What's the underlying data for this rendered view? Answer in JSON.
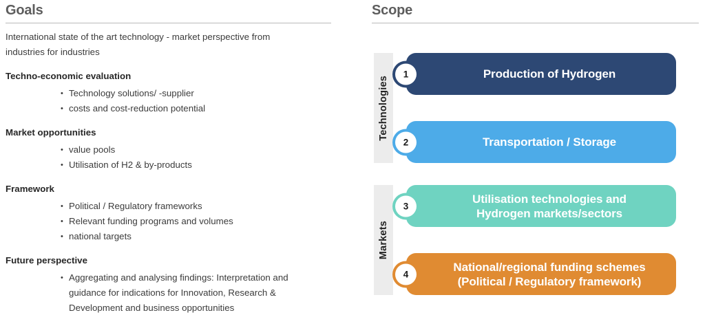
{
  "goals": {
    "title": "Goals",
    "intro": "International state of the art technology - market perspective from industries for industries",
    "groups": [
      {
        "heading": "Techno-economic evaluation",
        "bullets": [
          "Technology solutions/ -supplier",
          "costs and cost-reduction potential"
        ]
      },
      {
        "heading": "Market opportunities",
        "bullets": [
          "value pools",
          "Utilisation of H2 & by-products"
        ]
      },
      {
        "heading": "Framework",
        "bullets": [
          "Political / Regulatory frameworks",
          "Relevant funding programs and volumes",
          "national targets"
        ]
      },
      {
        "heading": "Future perspective",
        "bullets": [
          "Aggregating and analysing findings: Interpretation and guidance for indications for Innovation, Research & Development and business opportunities"
        ]
      }
    ]
  },
  "scope": {
    "title": "Scope",
    "categories": [
      {
        "id": "technologies",
        "label": "Technologies"
      },
      {
        "id": "markets",
        "label": "Markets"
      }
    ],
    "boxes": [
      {
        "number": "1",
        "label": "Production of Hydrogen",
        "category": "technologies",
        "color": "#2d4874"
      },
      {
        "number": "2",
        "label": "Transportation / Storage",
        "category": "technologies",
        "color": "#4dabe8"
      },
      {
        "number": "3",
        "label": "Utilisation technologies and Hydrogen markets/sectors",
        "line1": "Utilisation technologies and",
        "line2": "Hydrogen markets/sectors",
        "category": "markets",
        "color": "#6fd3c1"
      },
      {
        "number": "4",
        "label": "National/regional funding schemes (Political / Regulatory framework)",
        "line1": "National/regional funding schemes",
        "line2": "(Political / Regulatory framework)",
        "category": "markets",
        "color": "#e08b32"
      }
    ]
  },
  "colors": {
    "heading": "#5d5d5d",
    "rule": "#b9b9b9",
    "body_text": "#3b3b3b",
    "strong_text": "#272727",
    "strip_bg": "#ececec",
    "navy": "#2d4874",
    "blue": "#4dabe8",
    "teal": "#6fd3c1",
    "orange": "#e08b32"
  }
}
